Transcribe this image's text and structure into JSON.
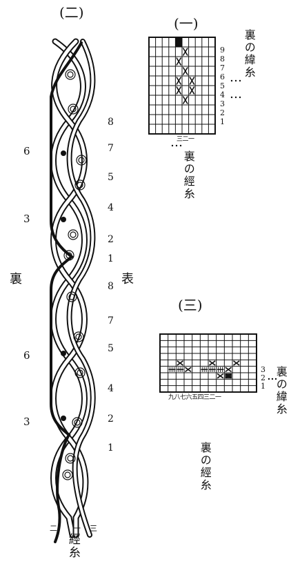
{
  "fig_left": {
    "marker": "(二)",
    "side_back": "裏",
    "side_front": "表",
    "left_numbers": [
      "6",
      "3",
      "6",
      "3"
    ],
    "right_numbers": [
      "8",
      "7",
      "5",
      "4",
      "2",
      "1",
      "8",
      "7",
      "5",
      "4",
      "2",
      "1"
    ],
    "bottom_marks": [
      "二",
      "一",
      "三"
    ],
    "bottom_label": "經糸"
  },
  "fig_top_right": {
    "marker": "(一)",
    "row_numbers": [
      "9",
      "8",
      "7",
      "6",
      "5",
      "4",
      "3",
      "2",
      "1"
    ],
    "side_label": "裏の緯糸",
    "col_numbers": "三二一",
    "bottom_label": "裏の經糸",
    "filled_cells": [
      [
        0,
        4
      ]
    ],
    "x_cells": [
      [
        1,
        5
      ],
      [
        2,
        4
      ],
      [
        3,
        5
      ],
      [
        4,
        4
      ],
      [
        4,
        6
      ],
      [
        5,
        4
      ],
      [
        5,
        6
      ],
      [
        6,
        5
      ]
    ]
  },
  "fig_bottom_right": {
    "marker": "(三)",
    "row_numbers": [
      "3",
      "2",
      "1"
    ],
    "side_label": "裏の緯糸",
    "col_numbers": "九八七六五四三二一",
    "bottom_label": "裏の經糸",
    "x_cells": [
      [
        4,
        2
      ],
      [
        4,
        6
      ],
      [
        4,
        9
      ],
      [
        5,
        3
      ],
      [
        5,
        8
      ],
      [
        6,
        7
      ]
    ],
    "hatch_cells": [
      [
        5,
        1
      ],
      [
        5,
        2
      ],
      [
        5,
        5
      ],
      [
        5,
        6
      ],
      [
        5,
        7
      ]
    ],
    "dark_cells": [
      [
        6,
        8
      ]
    ]
  }
}
